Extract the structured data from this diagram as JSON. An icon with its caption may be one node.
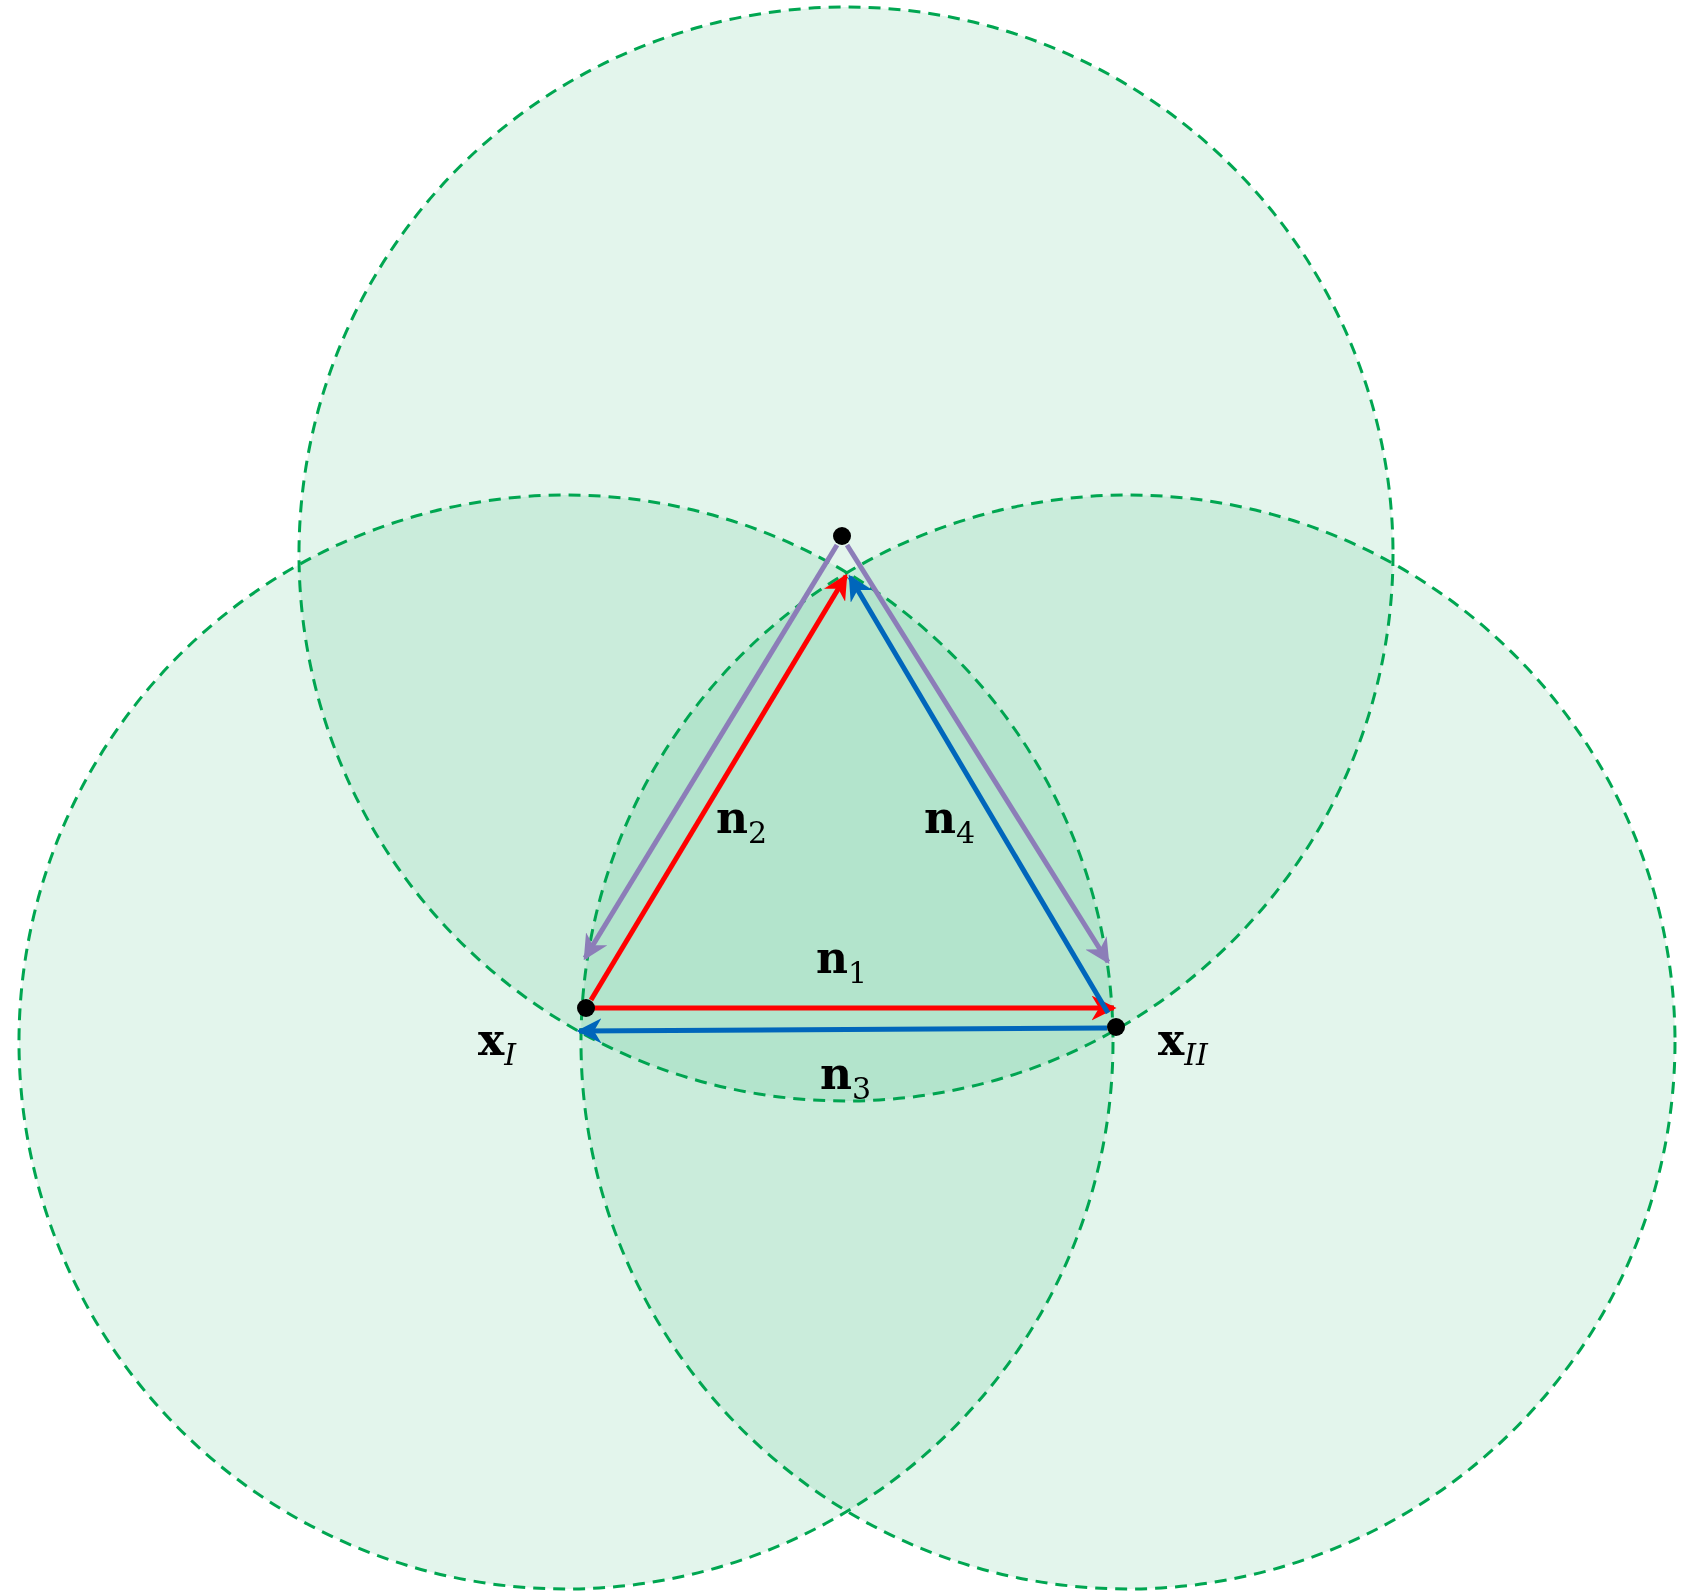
{
  "diagram": {
    "nodes": [
      {
        "text": [],
        "shape": "circle"
      },
      {
        "text": [],
        "shape": "circle",
        "beside": [
          "**x**$_{I}$"
        ]
      },
      {
        "text": [],
        "shape": "circle",
        "beside": [
          "**x**$_{II}$"
        ]
      }
    ],
    "edges": [
      {
        "from": 1,
        "to": 2,
        "arrow": "to",
        "label": "**n**$_{1}$",
        "color": "#ff0000"
      },
      {
        "from": 1,
        "to": 0,
        "arrow": "to",
        "label": "**n**$_{2}$",
        "color": "#ff0000"
      },
      {
        "from": 2,
        "to": 1,
        "arrow": "to",
        "label": "**n**$_{3}$",
        "color": "#0066bb"
      },
      {
        "from": 2,
        "to": 0,
        "arrow": "to",
        "label": "**n**$_{4}$",
        "color": "#0066bb"
      },
      {
        "from": 0,
        "to": 1,
        "arrow": "to",
        "color": "#8c7db8"
      },
      {
        "from": 0,
        "to": 2,
        "arrow": "to",
        "color": "#8c7db8"
      }
    ]
  }
}
